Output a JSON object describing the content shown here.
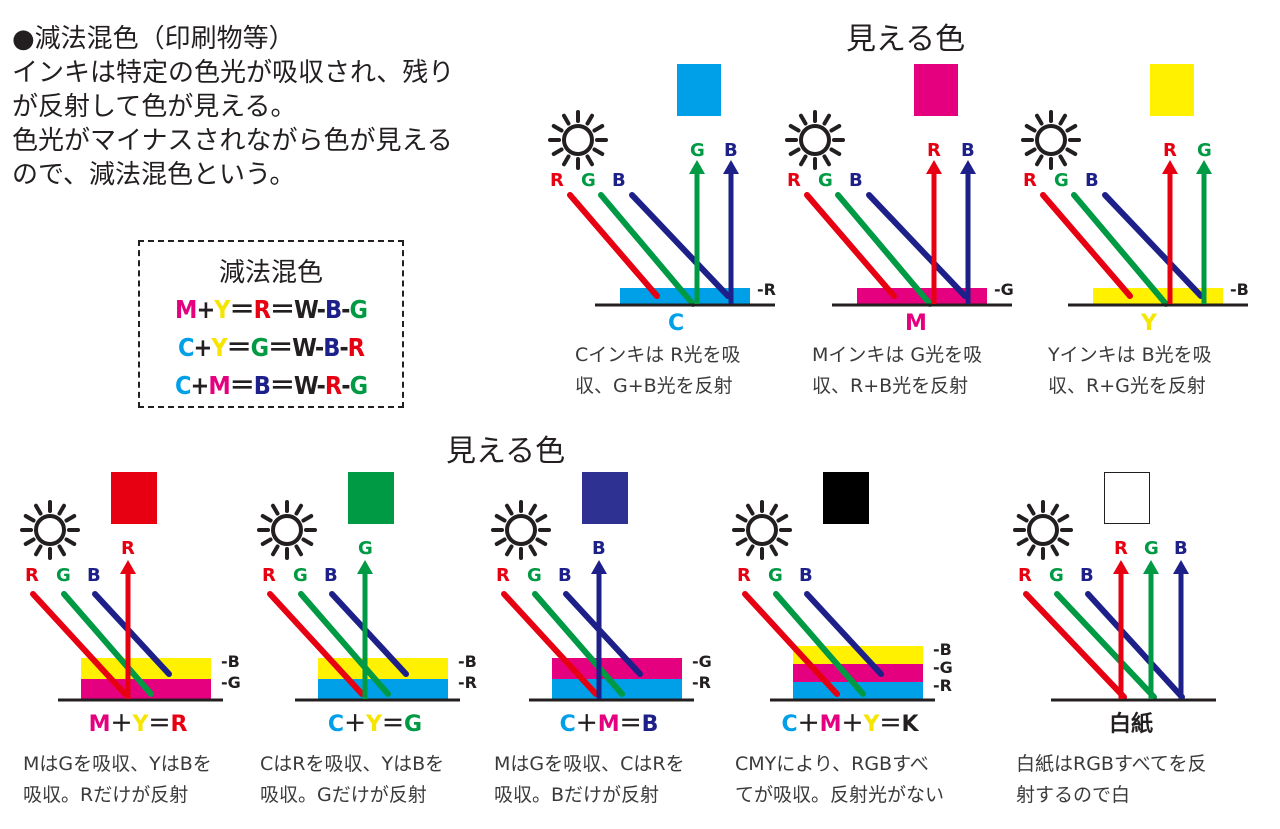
{
  "intro": {
    "heading": "●減法混色（印刷物等）",
    "lines": [
      "インキは特定の色光が吸収され、残り",
      "が反射して色が見える。",
      "色光がマイナスされながら色が見える",
      "ので、減法混色という。"
    ]
  },
  "formula_box": {
    "title": "減法混色",
    "rows": [
      [
        {
          "t": "M",
          "c": "#e4007f"
        },
        {
          "t": "+",
          "c": "#231f20"
        },
        {
          "t": "Y",
          "c": "#f5e500"
        },
        {
          "t": "＝",
          "c": "#231f20"
        },
        {
          "t": "R",
          "c": "#e60012"
        },
        {
          "t": "＝W-",
          "c": "#231f20"
        },
        {
          "t": "B",
          "c": "#1d2088"
        },
        {
          "t": "-",
          "c": "#231f20"
        },
        {
          "t": "G",
          "c": "#009944"
        }
      ],
      [
        {
          "t": "C",
          "c": "#00a0e9"
        },
        {
          "t": "+",
          "c": "#231f20"
        },
        {
          "t": "Y",
          "c": "#f5e500"
        },
        {
          "t": "＝",
          "c": "#231f20"
        },
        {
          "t": "G",
          "c": "#009944"
        },
        {
          "t": "＝W-",
          "c": "#231f20"
        },
        {
          "t": "B",
          "c": "#1d2088"
        },
        {
          "t": "-",
          "c": "#231f20"
        },
        {
          "t": "R",
          "c": "#e60012"
        }
      ],
      [
        {
          "t": "C",
          "c": "#00a0e9"
        },
        {
          "t": "+",
          "c": "#231f20"
        },
        {
          "t": "M",
          "c": "#e4007f"
        },
        {
          "t": "＝",
          "c": "#231f20"
        },
        {
          "t": "B",
          "c": "#1d2088"
        },
        {
          "t": "＝W-",
          "c": "#231f20"
        },
        {
          "t": "R",
          "c": "#e60012"
        },
        {
          "t": "-",
          "c": "#231f20"
        },
        {
          "t": "G",
          "c": "#009944"
        }
      ]
    ]
  },
  "top_title": "見える色",
  "bottom_title": "見える色",
  "colors": {
    "R": "#e60012",
    "G": "#009944",
    "B": "#1d2088",
    "C": "#00a0e9",
    "M": "#e4007f",
    "Y": "#fff100",
    "K": "#000000",
    "W": "#ffffff",
    "text": "#231f20"
  },
  "light_in_labels": [
    "R",
    "G",
    "B"
  ],
  "top_panels": [
    {
      "seen": "#00a0e9",
      "reflected": [
        "G",
        "B"
      ],
      "ink_label": "C",
      "ink_color": "#00a0e9",
      "minus": [
        "-R"
      ],
      "layers": [
        "C"
      ],
      "caption": [
        "Cインキは R光を吸",
        "収、G+B光を反射"
      ]
    },
    {
      "seen": "#e4007f",
      "reflected": [
        "R",
        "B"
      ],
      "ink_label": "M",
      "ink_color": "#e4007f",
      "minus": [
        "-G"
      ],
      "layers": [
        "M"
      ],
      "caption": [
        "Mインキは G光を吸",
        "収、R+B光を反射"
      ]
    },
    {
      "seen": "#fff100",
      "reflected": [
        "R",
        "G"
      ],
      "ink_label": "Y",
      "ink_color": "#f5e500",
      "minus": [
        "-B"
      ],
      "layers": [
        "Y"
      ],
      "caption": [
        "Yインキは B光を吸",
        "収、R+G光を反射"
      ]
    }
  ],
  "bottom_panels": [
    {
      "seen": "#e60012",
      "reflected": [
        "R"
      ],
      "eq": [
        {
          "t": "M",
          "c": "#e4007f"
        },
        {
          "t": "＋",
          "c": "#231f20"
        },
        {
          "t": "Y",
          "c": "#f5e500"
        },
        {
          "t": "＝",
          "c": "#231f20"
        },
        {
          "t": "R",
          "c": "#e60012"
        }
      ],
      "minus": [
        "-B",
        "-G"
      ],
      "layers": [
        "Y",
        "M"
      ],
      "caption": [
        "MはGを吸収、YはBを",
        "吸収。Rだけが反射"
      ]
    },
    {
      "seen": "#009944",
      "reflected": [
        "G"
      ],
      "eq": [
        {
          "t": "C",
          "c": "#00a0e9"
        },
        {
          "t": "＋",
          "c": "#231f20"
        },
        {
          "t": "Y",
          "c": "#f5e500"
        },
        {
          "t": "＝",
          "c": "#231f20"
        },
        {
          "t": "G",
          "c": "#009944"
        }
      ],
      "minus": [
        "-B",
        "-R"
      ],
      "layers": [
        "Y",
        "C"
      ],
      "caption": [
        "CはRを吸収、YはBを",
        "吸収。Gだけが反射"
      ]
    },
    {
      "seen": "#2e3192",
      "reflected": [
        "B"
      ],
      "eq": [
        {
          "t": "C",
          "c": "#00a0e9"
        },
        {
          "t": "＋",
          "c": "#231f20"
        },
        {
          "t": "M",
          "c": "#e4007f"
        },
        {
          "t": "＝",
          "c": "#231f20"
        },
        {
          "t": "B",
          "c": "#1d2088"
        }
      ],
      "minus": [
        "-G",
        "-R"
      ],
      "layers": [
        "M",
        "C"
      ],
      "caption": [
        "MはGを吸収、CはRを",
        "吸収。Bだけが反射"
      ]
    },
    {
      "seen": "#000000",
      "reflected": [],
      "eq": [
        {
          "t": "C",
          "c": "#00a0e9"
        },
        {
          "t": "＋",
          "c": "#231f20"
        },
        {
          "t": "M",
          "c": "#e4007f"
        },
        {
          "t": "＋",
          "c": "#231f20"
        },
        {
          "t": "Y",
          "c": "#f5e500"
        },
        {
          "t": "＝",
          "c": "#231f20"
        },
        {
          "t": "K",
          "c": "#231f20"
        }
      ],
      "minus": [
        "-B",
        "-G",
        "-R"
      ],
      "layers": [
        "Y",
        "M",
        "C"
      ],
      "caption": [
        "CMYにより、RGBすべ",
        "てが吸収。反射光がない"
      ]
    },
    {
      "seen": "#ffffff",
      "reflected": [
        "R",
        "G",
        "B"
      ],
      "eq": [
        {
          "t": "白紙",
          "c": "#231f20"
        }
      ],
      "minus": [],
      "layers": [],
      "caption": [
        "白紙はRGBすべてを反",
        "射するので白"
      ]
    }
  ]
}
